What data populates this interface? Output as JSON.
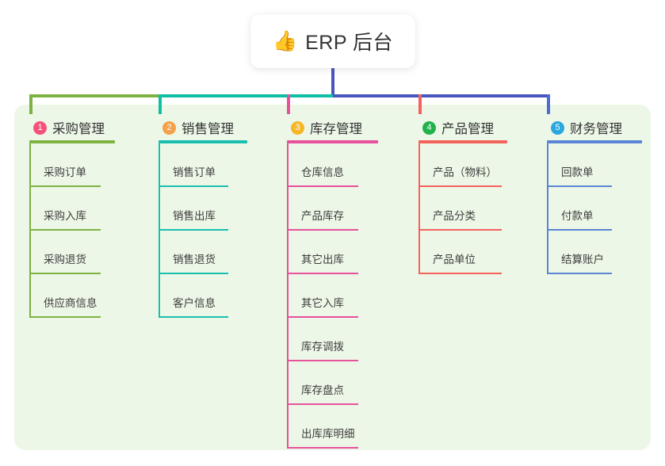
{
  "root": {
    "icon": "thumbs-up-icon",
    "emoji": "👍",
    "title": "ERP 后台"
  },
  "theme": {
    "panel_bg": "#edf7e7",
    "page_bg": "#ffffff",
    "card_bg": "#ffffff",
    "text": "#333333"
  },
  "connectors": {
    "root_drop_color": "#4a56bf",
    "bar_green": "#7cb342",
    "bar_teal": "#0fbfa4",
    "bar_blue": "#4a56bf",
    "drop_colors": [
      "#7cb342",
      "#0fbfa4",
      "#e8519b",
      "#f4625c",
      "#4a6cd4"
    ]
  },
  "columns": [
    {
      "number": "1",
      "title": "采购管理",
      "badge_color": "#f4517e",
      "line_color": "#7cb342",
      "rule_width": 108,
      "leaf_rule_width": 90,
      "items": [
        {
          "label": "采购订单"
        },
        {
          "label": "采购入库"
        },
        {
          "label": "采购退货"
        },
        {
          "label": "供应商信息"
        }
      ]
    },
    {
      "number": "2",
      "title": "销售管理",
      "badge_color": "#f5a04a",
      "line_color": "#19bfae",
      "rule_width": 112,
      "leaf_rule_width": 88,
      "items": [
        {
          "label": "销售订单"
        },
        {
          "label": "销售出库"
        },
        {
          "label": "销售退货"
        },
        {
          "label": "客户信息"
        }
      ]
    },
    {
      "number": "3",
      "title": "库存管理",
      "badge_color": "#f5b728",
      "line_color": "#e8519b",
      "rule_width": 115,
      "leaf_rule_width": 90,
      "items": [
        {
          "label": "仓库信息"
        },
        {
          "label": "产品库存"
        },
        {
          "label": "其它出库"
        },
        {
          "label": "其它入库"
        },
        {
          "label": "库存调拨"
        },
        {
          "label": "库存盘点"
        },
        {
          "label": "出库库明细"
        }
      ]
    },
    {
      "number": "4",
      "title": "产品管理",
      "badge_color": "#22b24c",
      "line_color": "#f4625c",
      "rule_width": 112,
      "leaf_rule_width": 105,
      "items": [
        {
          "label": "产品（物料）"
        },
        {
          "label": "产品分类"
        },
        {
          "label": "产品单位"
        }
      ]
    },
    {
      "number": "5",
      "title": "财务管理",
      "badge_color": "#29a8e0",
      "line_color": "#5b85d6",
      "rule_width": 120,
      "leaf_rule_width": 82,
      "items": [
        {
          "label": "回款单"
        },
        {
          "label": "付款单"
        },
        {
          "label": "结算账户"
        }
      ]
    }
  ]
}
